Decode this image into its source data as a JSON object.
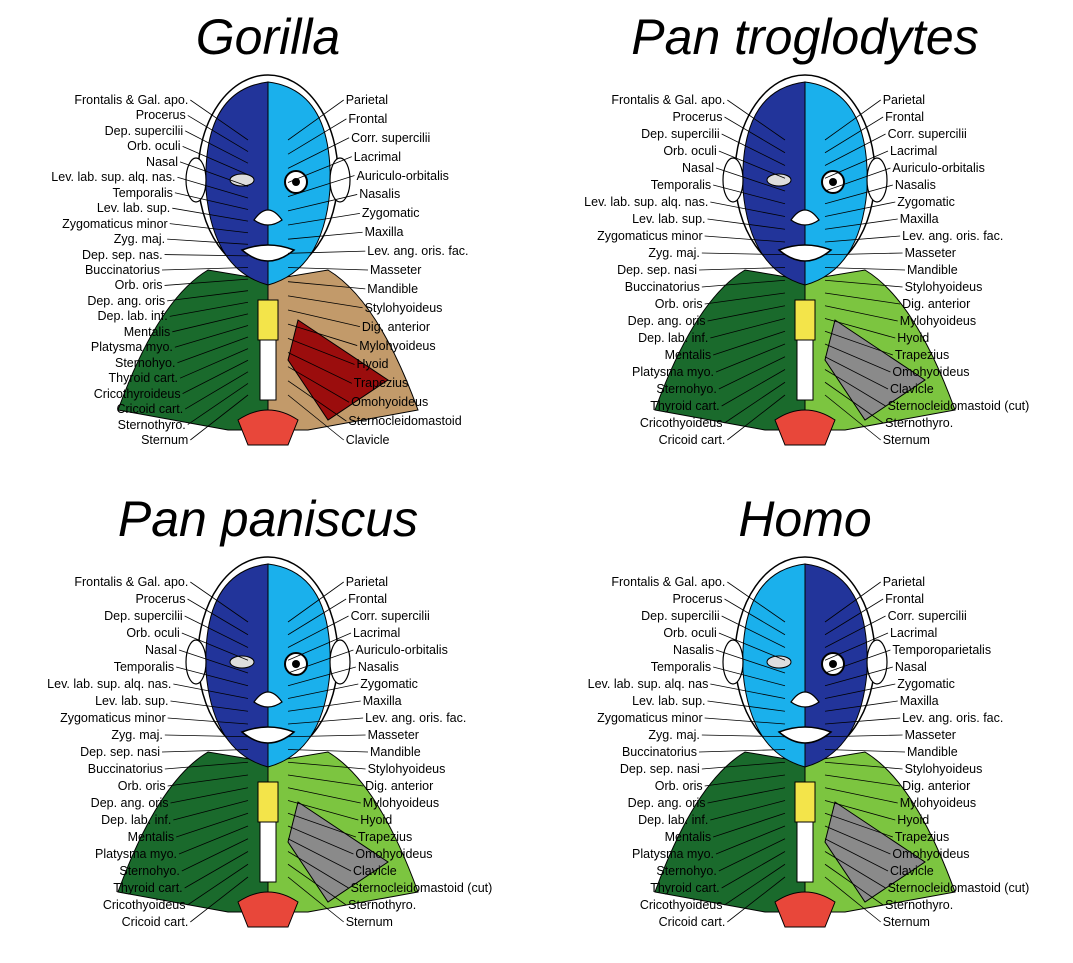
{
  "colors": {
    "dark_blue": "#22349a",
    "light_blue": "#1ab0ec",
    "dark_green": "#1a6a2c",
    "light_green": "#7cc540",
    "gray": "#8a8a8a",
    "brown": "#c29a6a",
    "dark_red": "#9b0d0d",
    "red": "#e8473a",
    "yellow": "#f3e44a",
    "magenta": "#d02a9a"
  },
  "panels": [
    {
      "title": "Gorilla",
      "palette": [
        "dark_blue",
        "light_blue",
        "dark_green",
        "brown",
        "dark_red",
        "gray",
        "red",
        "yellow"
      ],
      "left_labels": [
        "Frontalis & Gal. apo.",
        "Procerus",
        "Dep. supercilii",
        "Orb. oculi",
        "Nasal",
        "Lev. lab. sup. alq. nas.",
        "Temporalis",
        "Lev. lab. sup.",
        "Zygomaticus minor",
        "Zyg. maj.",
        "Dep. sep. nas.",
        "Buccinatorius",
        "Orb. oris",
        "Dep. ang. oris",
        "Dep. lab. inf.",
        "Mentalis",
        "Platysma myo.",
        "Sternohyo.",
        "Thyroid cart.",
        "Cricothyroideus",
        "Cricoid cart.",
        "Sternothyro.",
        "Sternum"
      ],
      "right_labels": [
        "Parietal",
        "Frontal",
        "Corr. supercilii",
        "Lacrimal",
        "Auriculo-orbitalis",
        "Nasalis",
        "Zygomatic",
        "Maxilla",
        "Lev. ang. oris. fac.",
        "Masseter",
        "Mandible",
        "Stylohyoideus",
        "Dig. anterior",
        "Mylohyoideus",
        "Hyoid",
        "Trapezius",
        "Omohyoideus",
        "Sternocleidomastoid",
        "Clavicle"
      ]
    },
    {
      "title": "Pan troglodytes",
      "palette": [
        "dark_blue",
        "light_blue",
        "dark_green",
        "light_green",
        "gray",
        "red",
        "yellow"
      ],
      "left_labels": [
        "Frontalis & Gal. apo.",
        "Procerus",
        "Dep. supercilii",
        "Orb. oculi",
        "Nasal",
        "Temporalis",
        "Lev. lab. sup. alq. nas.",
        "Lev. lab. sup.",
        "Zygomaticus minor",
        "Zyg. maj.",
        "Dep. sep. nasi",
        "Buccinatorius",
        "Orb. oris",
        "Dep. ang. oris",
        "Dep. lab. inf.",
        "Mentalis",
        "Platysma myo.",
        "Sternohyo.",
        "Thyroid cart.",
        "Cricothyoideus",
        "Cricoid cart."
      ],
      "right_labels": [
        "Parietal",
        "Frontal",
        "Corr. supercilii",
        "Lacrimal",
        "Auriculo-orbitalis",
        "Nasalis",
        "Zygomatic",
        "Maxilla",
        "Lev. ang. oris. fac.",
        "Masseter",
        "Mandible",
        "Stylohyoideus",
        "Dig. anterior",
        "Mylohyoideus",
        "Hyoid",
        "Trapezius",
        "Omohyoideus",
        "Clavicle",
        "Sternocleidomastoid (cut)",
        "Sternothyro.",
        "Sternum"
      ]
    },
    {
      "title": "Pan paniscus",
      "palette": [
        "dark_blue",
        "light_blue",
        "dark_green",
        "light_green",
        "gray",
        "red",
        "yellow"
      ],
      "left_labels": [
        "Frontalis & Gal. apo.",
        "Procerus",
        "Dep. supercilii",
        "Orb. oculi",
        "Nasal",
        "Temporalis",
        "Lev. lab. sup. alq. nas.",
        "Lev. lab. sup.",
        "Zygomaticus minor",
        "Zyg. maj.",
        "Dep. sep. nasi",
        "Buccinatorius",
        "Orb. oris",
        "Dep. ang. oris",
        "Dep. lab. inf.",
        "Mentalis",
        "Platysma myo.",
        "Sternohyo.",
        "Thyroid cart.",
        "Cricothyoideus",
        "Cricoid cart."
      ],
      "right_labels": [
        "Parietal",
        "Frontal",
        "Corr. supercilii",
        "Lacrimal",
        "Auriculo-orbitalis",
        "Nasalis",
        "Zygomatic",
        "Maxilla",
        "Lev. ang. oris. fac.",
        "Masseter",
        "Mandible",
        "Stylohyoideus",
        "Dig. anterior",
        "Mylohyoideus",
        "Hyoid",
        "Trapezius",
        "Omohyoideus",
        "Clavicle",
        "Sternocleidomastoid (cut)",
        "Sternothyro.",
        "Sternum"
      ]
    },
    {
      "title": "Homo",
      "palette": [
        "light_blue",
        "dark_blue",
        "dark_green",
        "light_green",
        "gray",
        "red",
        "yellow",
        "magenta"
      ],
      "left_labels": [
        "Frontalis & Gal. apo.",
        "Procerus",
        "Dep. supercilii",
        "Orb. oculi",
        "Nasalis",
        "Temporalis",
        "Lev. lab. sup. alq. nas",
        "Lev. lab. sup.",
        "Zygomaticus minor",
        "Zyg. maj.",
        "Buccinatorius",
        "Dep. sep. nasi",
        "Orb. oris",
        "Dep. ang. oris",
        "Dep. lab. inf.",
        "Mentalis",
        "Platysma myo.",
        "Sternohyo.",
        "Thyroid cart.",
        "Cricothyoideus",
        "Cricoid cart."
      ],
      "right_labels": [
        "Parietal",
        "Frontal",
        "Corr. supercilii",
        "Lacrimal",
        "Temporoparietalis",
        "Nasal",
        "Zygomatic",
        "Maxilla",
        "Lev. ang. oris. fac.",
        "Masseter",
        "Mandible",
        "Stylohyoideus",
        "Dig. anterior",
        "Mylohyoideus",
        "Hyoid",
        "Trapezius",
        "Omohyoideus",
        "Clavicle",
        "Sternocleidomastoid (cut)",
        "Sternothyro.",
        "Sternum"
      ]
    }
  ]
}
